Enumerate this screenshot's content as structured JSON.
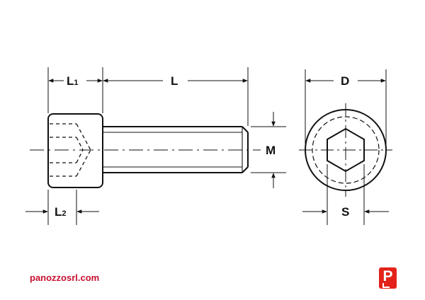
{
  "diagram": {
    "labels": {
      "L1": {
        "main": "L",
        "sub": "1"
      },
      "L": {
        "main": "L"
      },
      "L2": {
        "main": "L",
        "sub": "2"
      },
      "M": {
        "main": "M"
      },
      "D": {
        "main": "D"
      },
      "S": {
        "main": "S"
      }
    },
    "colors": {
      "line": "#111111",
      "brand": "#c8102e",
      "logo_bg": "#e32219"
    }
  },
  "footer": {
    "website": "panozzosrl.com",
    "logo_letter": "P",
    "logo_icon": "panozzo-logo-icon"
  }
}
